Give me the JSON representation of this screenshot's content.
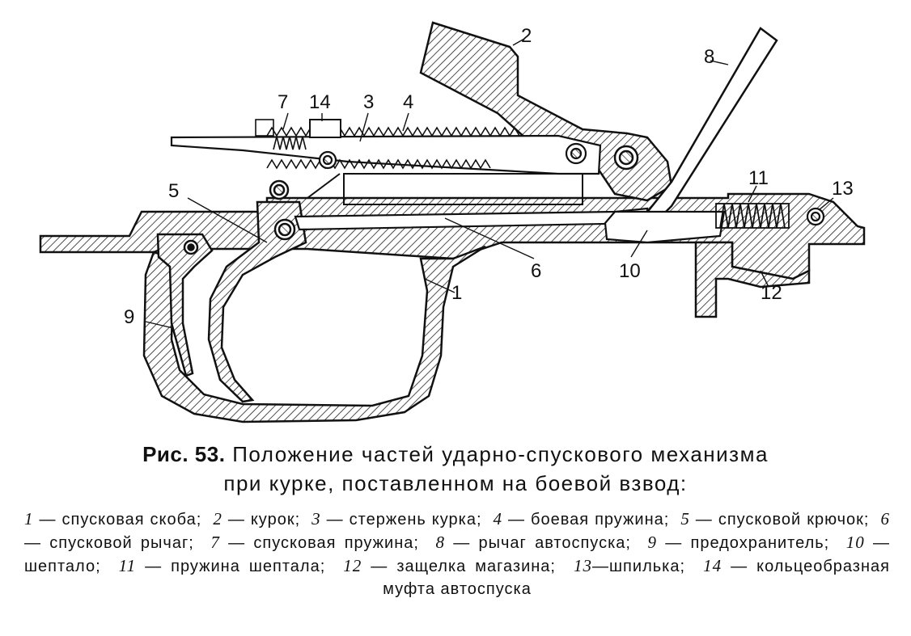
{
  "figure": {
    "caption_label": "Рис. 53.",
    "caption_text_line1": "Положение частей ударно-спускового механизма",
    "caption_text_line2": "при курке, поставленном на боевой взвод:",
    "callouts": [
      "1",
      "2",
      "3",
      "4",
      "5",
      "6",
      "7",
      "8",
      "9",
      "10",
      "11",
      "12",
      "13",
      "14"
    ]
  },
  "legend": [
    {
      "num": "1",
      "text": "спусковая скоба;"
    },
    {
      "num": "2",
      "text": "курок;"
    },
    {
      "num": "3",
      "text": "стержень курка;"
    },
    {
      "num": "4",
      "text": "боевая пружина;"
    },
    {
      "num": "5",
      "text": "спусковой крючок;"
    },
    {
      "num": "6",
      "text": "спусковой рычаг;"
    },
    {
      "num": "7",
      "text": "спусковая пружина;"
    },
    {
      "num": "8",
      "text": "рычаг автоспуска;"
    },
    {
      "num": "9",
      "text": "предохранитель;"
    },
    {
      "num": "10",
      "text": "шептало;"
    },
    {
      "num": "11",
      "text": "пружина шептала;"
    },
    {
      "num": "12",
      "text": "защелка магазина;"
    },
    {
      "num": "13",
      "text": "шпилька;"
    },
    {
      "num": "14",
      "text": "кольцеобразная муфта автоспуска"
    }
  ]
}
